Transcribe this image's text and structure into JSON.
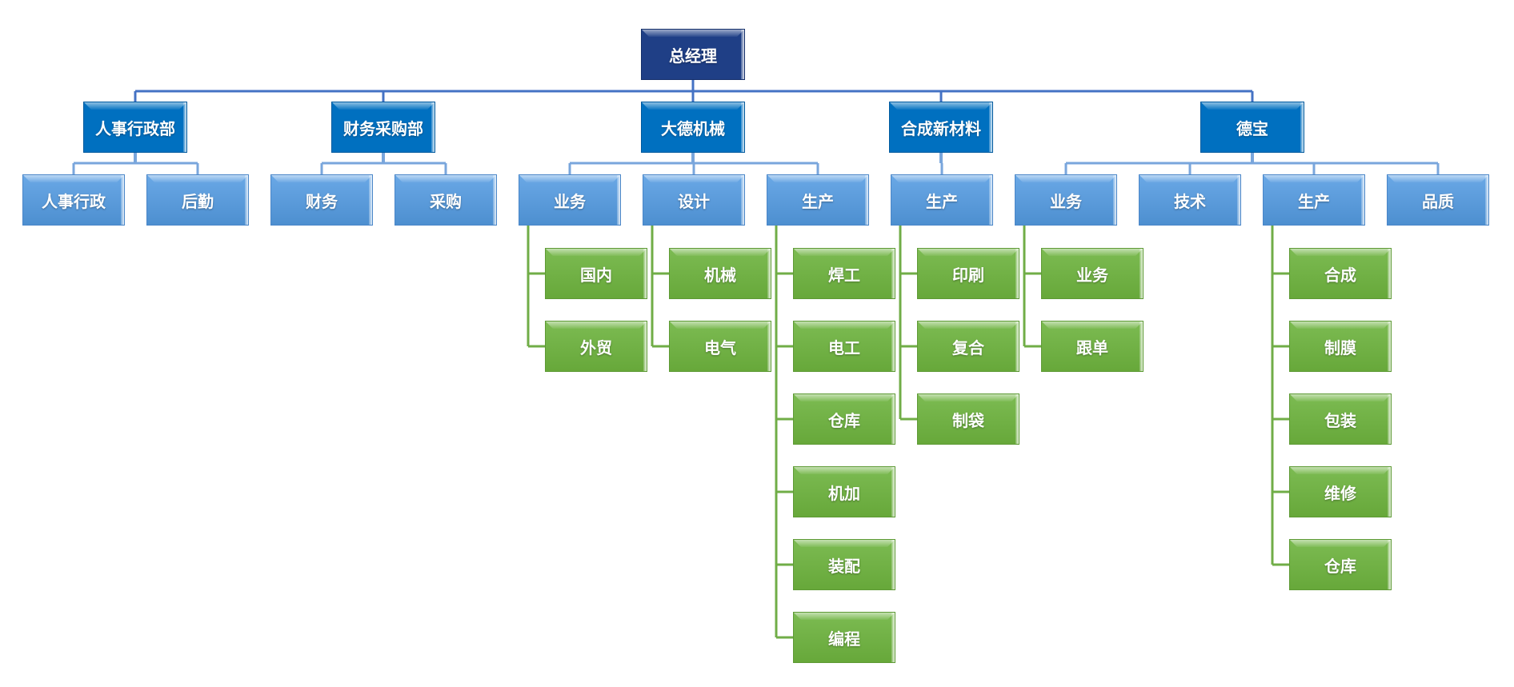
{
  "colors": {
    "root": "#1f3f86",
    "department": "#0070c0",
    "section": "#5b9bd5",
    "team": "#70ad47",
    "line_top": "#4472c4",
    "line_section": "#79a6dc",
    "line_team": "#70ad47"
  },
  "root": {
    "label": "总经理",
    "children": [
      {
        "label": "人事行政部",
        "children": [
          {
            "label": "人事行政"
          },
          {
            "label": "后勤"
          }
        ]
      },
      {
        "label": "财务采购部",
        "children": [
          {
            "label": "财务"
          },
          {
            "label": "采购"
          }
        ]
      },
      {
        "label": "大德机械",
        "children": [
          {
            "label": "业务",
            "children": [
              {
                "label": "国内"
              },
              {
                "label": "外贸"
              }
            ]
          },
          {
            "label": "设计",
            "children": [
              {
                "label": "机械"
              },
              {
                "label": "电气"
              }
            ]
          },
          {
            "label": "生产",
            "children": [
              {
                "label": "焊工"
              },
              {
                "label": "电工"
              },
              {
                "label": "仓库"
              },
              {
                "label": "机加"
              },
              {
                "label": "装配"
              },
              {
                "label": "编程"
              }
            ]
          }
        ]
      },
      {
        "label": "合成新材料",
        "children": [
          {
            "label": "生产",
            "children": [
              {
                "label": "印刷"
              },
              {
                "label": "复合"
              },
              {
                "label": "制袋"
              }
            ]
          }
        ]
      },
      {
        "label": "德宝",
        "children": [
          {
            "label": "业务",
            "children": [
              {
                "label": "业务"
              },
              {
                "label": "跟单"
              }
            ]
          },
          {
            "label": "技术"
          },
          {
            "label": "生产",
            "children": [
              {
                "label": "合成"
              },
              {
                "label": "制膜"
              },
              {
                "label": "包装"
              },
              {
                "label": "维修"
              },
              {
                "label": "仓库"
              }
            ]
          },
          {
            "label": "品质"
          }
        ]
      }
    ]
  }
}
